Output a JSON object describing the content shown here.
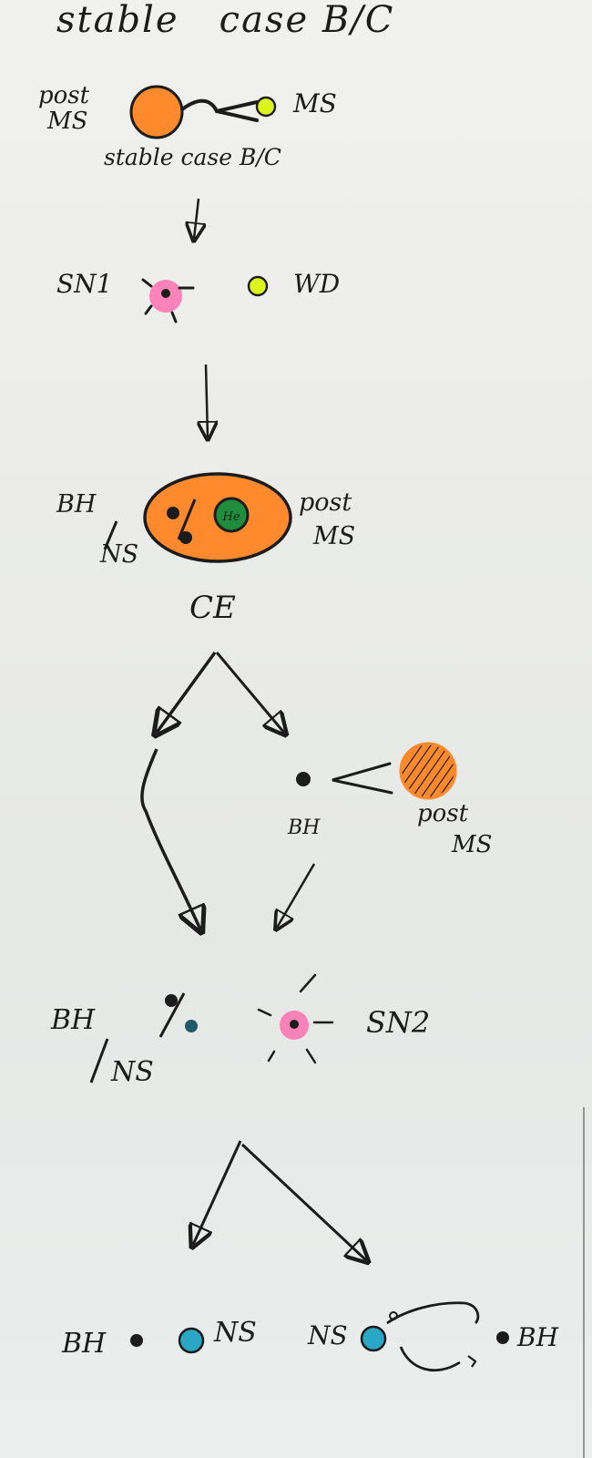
{
  "title": "stable   case B/C",
  "stage1": {
    "left_label_line1": "post",
    "left_label_line2": "MS",
    "right_label": "MS",
    "caption": "stable case B/C"
  },
  "stage2": {
    "left_label": "SN1",
    "right_label": "WD"
  },
  "stage3": {
    "left_label_line1": "BH",
    "left_label_line2": "NS",
    "right_label_line1": "post",
    "right_label_line2": "MS",
    "inner_label": "He",
    "caption": "CE"
  },
  "stage4": {
    "bh_label": "BH",
    "donor_label_line1": "post",
    "donor_label_line2": "MS"
  },
  "stage5": {
    "left_label_line1": "BH",
    "left_label_line2": "NS",
    "right_label": "SN2"
  },
  "stage6": {
    "outcome_a_left": "BH",
    "outcome_a_right": "NS",
    "outcome_b_left": "NS",
    "outcome_b_right": "BH"
  },
  "colors": {
    "orange": "#ff8a2e",
    "lime": "#dcf51e",
    "pink": "#ff5fa8",
    "green": "#1f8d3c",
    "cyan": "#2aa7c4",
    "ink": "#1c1c1c"
  }
}
